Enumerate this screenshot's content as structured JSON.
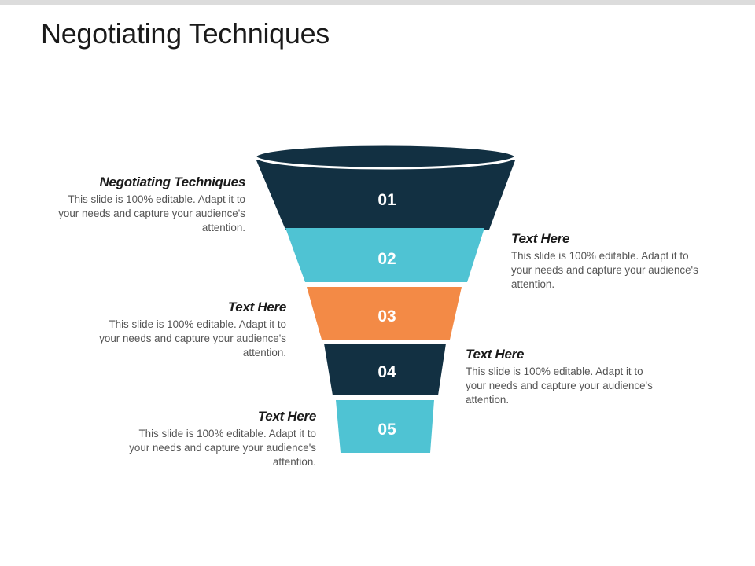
{
  "title": "Negotiating Techniques",
  "colors": {
    "dark": "#123042",
    "teal": "#4fc3d3",
    "orange": "#f38a46"
  },
  "funnel": {
    "levels": [
      {
        "number": "01",
        "color": "#123042"
      },
      {
        "number": "02",
        "color": "#4fc3d3"
      },
      {
        "number": "03",
        "color": "#f38a46"
      },
      {
        "number": "04",
        "color": "#123042"
      },
      {
        "number": "05",
        "color": "#4fc3d3"
      }
    ]
  },
  "labels": [
    {
      "heading": "Negotiating Techniques",
      "text": "This slide is 100% editable. Adapt it to your needs and capture your audience's attention."
    },
    {
      "heading": "Text Here",
      "text": "This slide is 100% editable. Adapt it to your needs and capture your audience's attention."
    },
    {
      "heading": "Text Here",
      "text": "This slide is 100% editable. Adapt it to your needs and capture your audience's attention."
    },
    {
      "heading": "Text Here",
      "text": "This slide is 100% editable. Adapt it to your needs and capture your audience's attention."
    },
    {
      "heading": "Text Here",
      "text": "This slide is 100% editable. Adapt it to your needs and capture your audience's attention."
    }
  ]
}
